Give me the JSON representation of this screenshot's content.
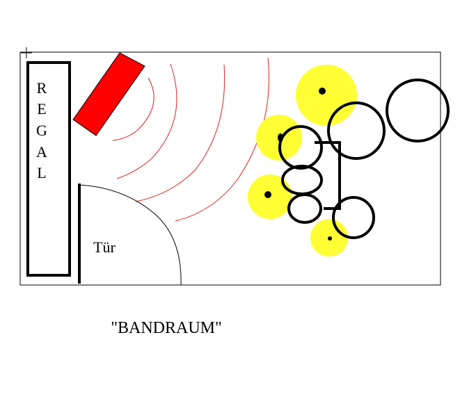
{
  "labels": {
    "shelf": "REGAL",
    "door": "Tür",
    "caption": "\"BANDRAUM\""
  },
  "colors": {
    "background": "#ffffff",
    "outline": "#000000",
    "amp": "#ff0000",
    "sound_waves": "#e02020",
    "cymbals": "#ffff33"
  }
}
